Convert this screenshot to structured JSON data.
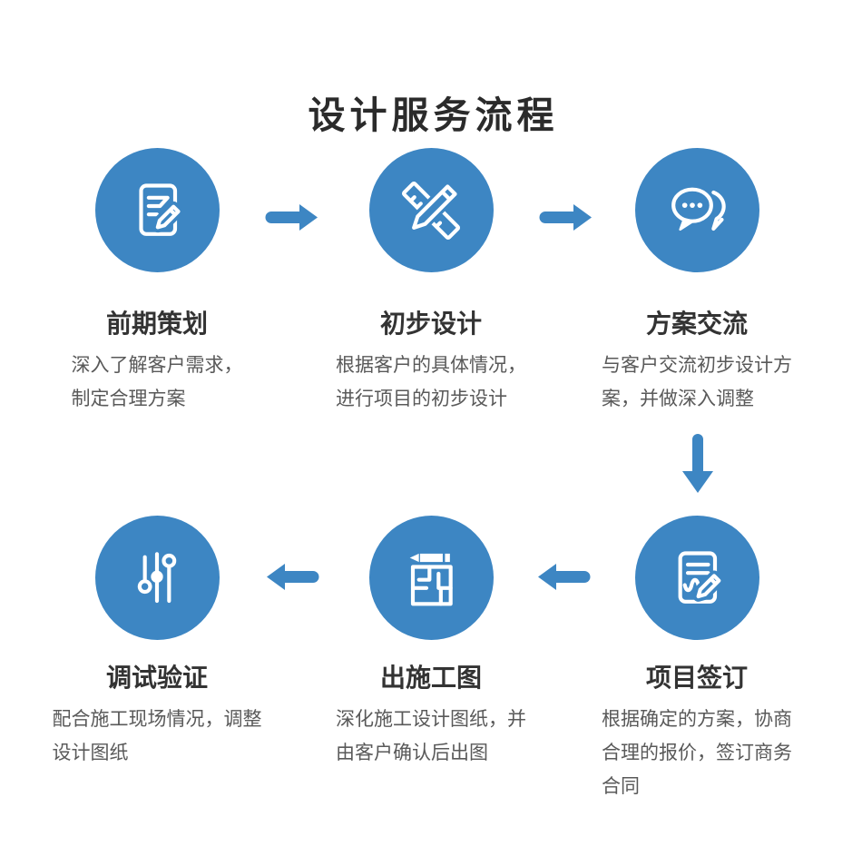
{
  "title": "设计服务流程",
  "colors": {
    "accent_blue": "#3d86c3",
    "title_color": "#2b2b2b",
    "heading_color": "#333333",
    "body_color": "#595959",
    "icon_stroke": "#ffffff"
  },
  "steps": [
    {
      "order": 1,
      "icon": "document-pencil-icon",
      "title": "前期策划",
      "lines": [
        "深入了解客户需求，",
        "制定合理方案"
      ]
    },
    {
      "order": 2,
      "icon": "ruler-pencil-icon",
      "title": "初步设计",
      "lines": [
        "根据客户的具体情况，",
        "进行项目的初步设计"
      ]
    },
    {
      "order": 3,
      "icon": "chat-bubbles-icon",
      "title": "方案交流",
      "lines": [
        "与客户交流初步设计方",
        "案，并做深入调整"
      ]
    },
    {
      "order": 4,
      "icon": "contract-signing-icon",
      "title": "项目签订",
      "lines": [
        "根据确定的方案，协商",
        "合理的报价，签订商务",
        "合同"
      ]
    },
    {
      "order": 5,
      "icon": "floorplan-pencil-icon",
      "title": "出施工图",
      "lines": [
        "深化施工设计图纸，并",
        "由客户确认后出图"
      ]
    },
    {
      "order": 6,
      "icon": "sliders-icon",
      "title": "调试验证",
      "lines": [
        "配合施工现场情况，调整",
        "设计图纸"
      ]
    }
  ],
  "arrows": [
    {
      "direction": "right",
      "from": "前期策划",
      "to": "初步设计"
    },
    {
      "direction": "right",
      "from": "初步设计",
      "to": "方案交流"
    },
    {
      "direction": "down",
      "from": "方案交流",
      "to": "项目签订"
    },
    {
      "direction": "left",
      "from": "项目签订",
      "to": "出施工图"
    },
    {
      "direction": "left",
      "from": "出施工图",
      "to": "调试验证"
    }
  ]
}
